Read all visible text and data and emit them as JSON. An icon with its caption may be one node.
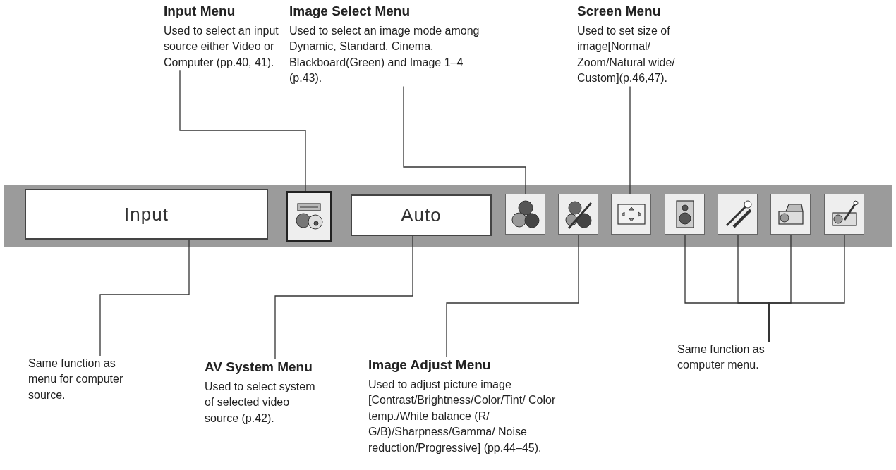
{
  "diagram": {
    "nodes": [
      {
        "text": [],
        "shape": "bar"
      },
      {
        "text": [
          "Input"
        ],
        "in": 0
      },
      {
        "text": [],
        "shape": "picture",
        "in": 0
      },
      {
        "text": [
          "Auto"
        ],
        "in": 0
      },
      {
        "text": [],
        "shape": "picture",
        "in": 0
      },
      {
        "text": [],
        "shape": "picture",
        "in": 0
      },
      {
        "text": [],
        "shape": "picture",
        "in": 0
      },
      {
        "text": [],
        "shape": "picture",
        "in": 0
      },
      {
        "text": [],
        "shape": "picture",
        "in": 0
      },
      {
        "text": [],
        "shape": "picture",
        "in": 0
      },
      {
        "text": [],
        "shape": "picture",
        "in": 0
      },
      {
        "text": [
          "Input Menu",
          "Used to select an input source either Video or Computer (pp.40, 41)."
        ]
      },
      {
        "text": [
          "Image Select Menu",
          "Used to select an image mode among Dynamic, Standard, Cinema, Blackboard(Green) and Image 1–4 (p.43)."
        ]
      },
      {
        "text": [
          "Screen Menu",
          "Used to set size of image[Normal/ Zoom/Natural wide/ Custom](p.46,47)."
        ]
      },
      {
        "text": [
          "Same function as menu for computer source."
        ]
      },
      {
        "text": [
          "AV System Menu",
          "Used to select system of selected video source (p.42)."
        ]
      },
      {
        "text": [
          "Image Adjust Menu",
          "Used to adjust picture image [Contrast/Brightness/Color/Tint/ Color temp./White balance (R/ G/B)/Sharpness/Gamma/ Noise reduction/Progressive] (pp.44–45)."
        ]
      },
      {
        "text": [
          "Same function as computer menu."
        ]
      }
    ],
    "edges": [
      {
        "from": 11,
        "to": 2,
        "arrow": "none"
      },
      {
        "from": 12,
        "to": 4,
        "arrow": "none"
      },
      {
        "from": 13,
        "to": 6,
        "arrow": "none"
      },
      {
        "from": 14,
        "to": 1,
        "arrow": "none"
      },
      {
        "from": 15,
        "to": 3,
        "arrow": "none"
      },
      {
        "from": 16,
        "to": 5,
        "arrow": "none"
      },
      {
        "from": 17,
        "to": 7,
        "arrow": "none"
      },
      {
        "from": 17,
        "to": 8,
        "arrow": "none"
      },
      {
        "from": 17,
        "to": 9,
        "arrow": "none"
      },
      {
        "from": 17,
        "to": 10,
        "arrow": "none"
      }
    ]
  }
}
